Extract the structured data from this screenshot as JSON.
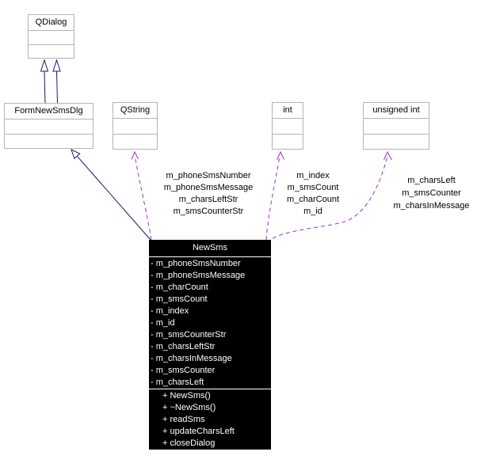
{
  "colors": {
    "background": "#ffffff",
    "text": "#000000",
    "box-border": "#b4b4b4",
    "box-bg": "#ffffff",
    "inheritance": "#191970",
    "usage": "#9a32cd",
    "focus-bg": "#000000",
    "focus-text": "#ffffff"
  },
  "classes": {
    "qdialog": {
      "title": "QDialog"
    },
    "form": {
      "title": "FormNewSmsDlg"
    },
    "qstring": {
      "title": "QString"
    },
    "int": {
      "title": "int"
    },
    "uint": {
      "title": "unsigned int"
    }
  },
  "newsms": {
    "title": "NewSms",
    "attributes": [
      "- m_phoneSmsNumber",
      "- m_phoneSmsMessage",
      "- m_charCount",
      "- m_smsCount",
      "- m_index",
      "- m_id",
      "- m_smsCounterStr",
      "- m_charsLeftStr",
      "- m_charsInMessage",
      "- m_smsCounter",
      "- m_charsLeft"
    ],
    "methods": [
      "+ NewSms()",
      "+ ~NewSms()",
      "+ readSms",
      "+ updateCharsLeft",
      "+ closeDialog"
    ]
  },
  "edge_labels": {
    "qstring": {
      "lines": [
        "m_phoneSmsNumber",
        "m_phoneSmsMessage",
        "m_charsLeftStr",
        "m_smsCounterStr"
      ]
    },
    "int": {
      "lines": [
        "m_index",
        "m_smsCount",
        "m_charCount",
        "m_id"
      ]
    },
    "uint": {
      "lines": [
        "m_charsLeft",
        "m_smsCounter",
        "m_charsInMessage"
      ]
    }
  }
}
